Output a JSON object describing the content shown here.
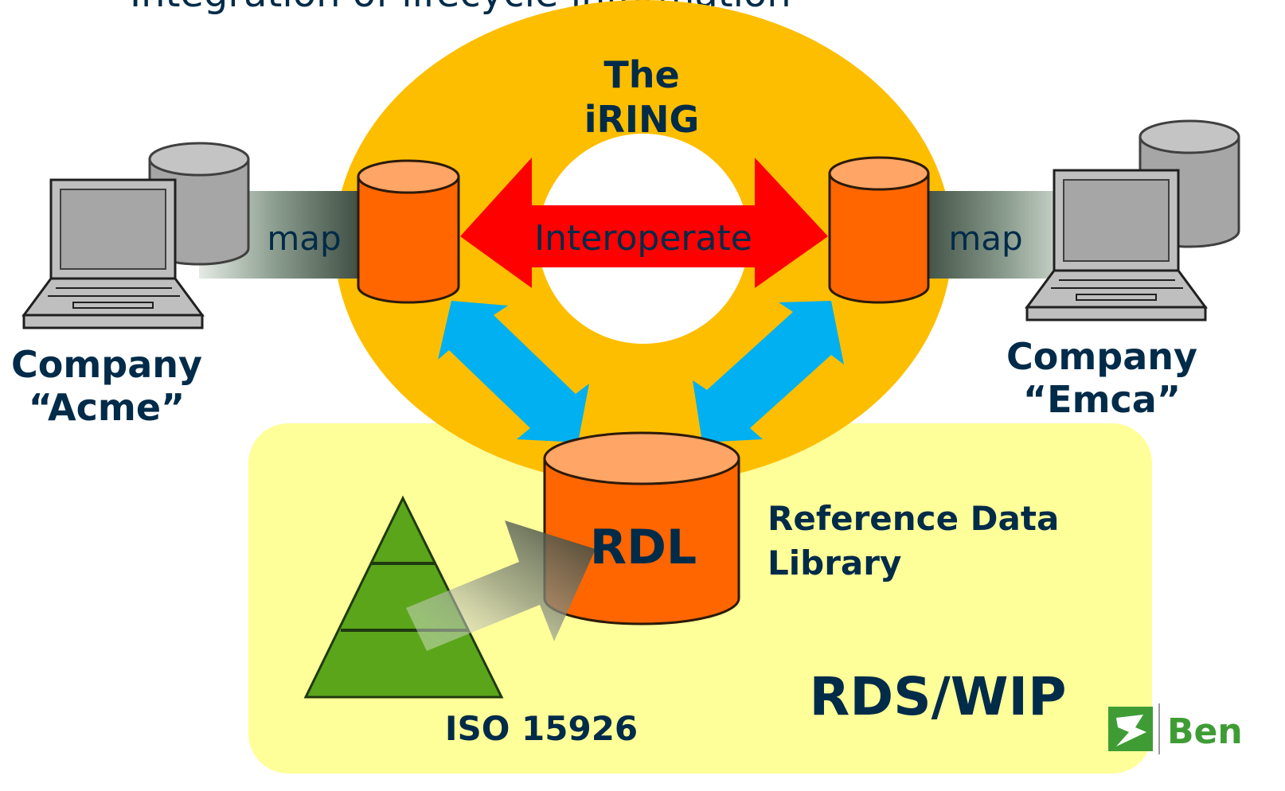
{
  "header": {
    "partial_title": "Integration of lifecycle information"
  },
  "ring": {
    "title_line1": "The",
    "title_line2": "iRING"
  },
  "interop": {
    "label": "Interoperate"
  },
  "map_left": {
    "label": "map"
  },
  "map_right": {
    "label": "map"
  },
  "company_left": {
    "line1": "Company",
    "line2": "“Acme”"
  },
  "company_right": {
    "line1": "Company",
    "line2": "“Emca”"
  },
  "rdl": {
    "label": "RDL",
    "desc_line1": "Reference Data",
    "desc_line2": "Library"
  },
  "iso": {
    "label": "ISO 15926"
  },
  "rds": {
    "label": "RDS/WIP"
  },
  "logo": {
    "text": "Ben"
  },
  "colors": {
    "ring": "#FDBE00",
    "rds_area": "#FFFF99",
    "cylinder_orange": "#FF6600",
    "cylinder_top": "#FFA566",
    "interop_arrow": "#FF0000",
    "link_arrow": "#00B0F0",
    "pyramid": "#5BA51B",
    "text_navy": "#002B49",
    "logo_green": "#3F9C35"
  }
}
